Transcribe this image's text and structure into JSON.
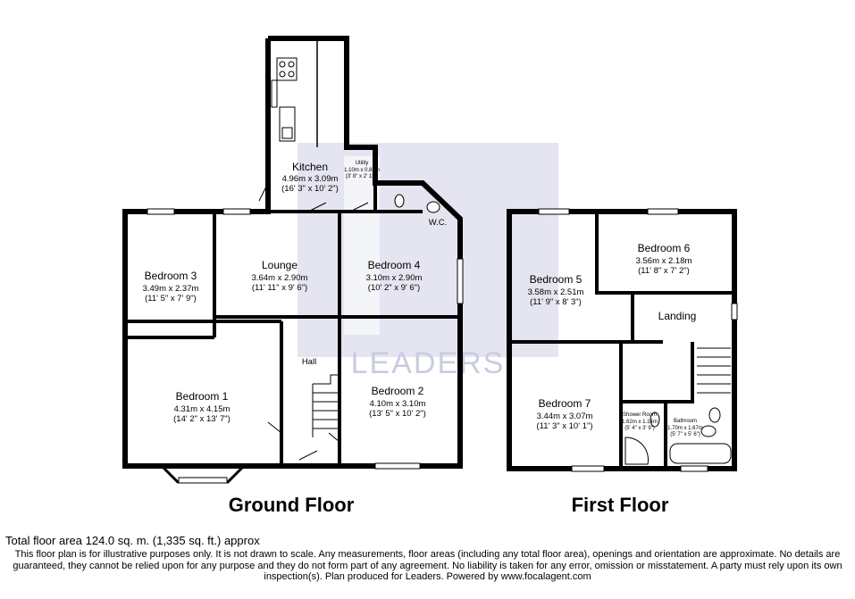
{
  "watermark": {
    "text": "LEADERS",
    "color": "#c9cbe0"
  },
  "ground_floor": {
    "title": "Ground Floor",
    "rooms": [
      {
        "name": "Kitchen",
        "metric": "4.96m x 3.09m",
        "imperial": "(16' 3\" x 10' 2\")"
      },
      {
        "name": "Utility",
        "metric": "1.10m x 0.88m",
        "imperial": "(3' 8\" x 2' 11\")"
      },
      {
        "name": "W.C."
      },
      {
        "name": "Lounge",
        "metric": "3.64m x 2.90m",
        "imperial": "(11' 11\" x 9' 6\")"
      },
      {
        "name": "Bedroom 4",
        "metric": "3.10m x 2.90m",
        "imperial": "(10' 2\" x 9' 6\")"
      },
      {
        "name": "Bedroom 3",
        "metric": "3.49m x 2.37m",
        "imperial": "(11' 5\" x 7' 9\")"
      },
      {
        "name": "Hall"
      },
      {
        "name": "Bedroom 1",
        "metric": "4.31m x 4.15m",
        "imperial": "(14' 2\" x 13' 7\")"
      },
      {
        "name": "Bedroom 2",
        "metric": "4.10m x 3.10m",
        "imperial": "(13' 5\" x 10' 2\")"
      }
    ]
  },
  "first_floor": {
    "title": "First Floor",
    "rooms": [
      {
        "name": "Bedroom 6",
        "metric": "3.56m x 2.18m",
        "imperial": "(11' 8\" x 7' 2\")"
      },
      {
        "name": "Bedroom 5",
        "metric": "3.58m x 2.51m",
        "imperial": "(11' 9\" x 8' 3\")"
      },
      {
        "name": "Landing"
      },
      {
        "name": "Bedroom 7",
        "metric": "3.44m x 3.07m",
        "imperial": "(11' 3\" x 10' 1\")"
      },
      {
        "name": "Shower Room",
        "metric": "1.62m x 1.14m",
        "imperial": "(5' 4\" x 3' 9\")"
      },
      {
        "name": "Bathroom",
        "metric": "1.70m x 1.67m",
        "imperial": "(5' 7\" x 5' 6\")"
      }
    ]
  },
  "footer": {
    "total": "Total floor area 124.0 sq. m. (1,335 sq. ft.) approx",
    "disclaimer": "This floor plan is for illustrative purposes only. It is not drawn to scale. Any measurements, floor areas (including any total floor area), openings and orientation are approximate. No details are guaranteed, they cannot be relied upon for any purpose and they do not form part of any agreement. No liability is taken for any error, omission or misstatement. A party must rely upon its own inspection(s). Plan produced for Leaders. Powered by www.focalagent.com"
  }
}
